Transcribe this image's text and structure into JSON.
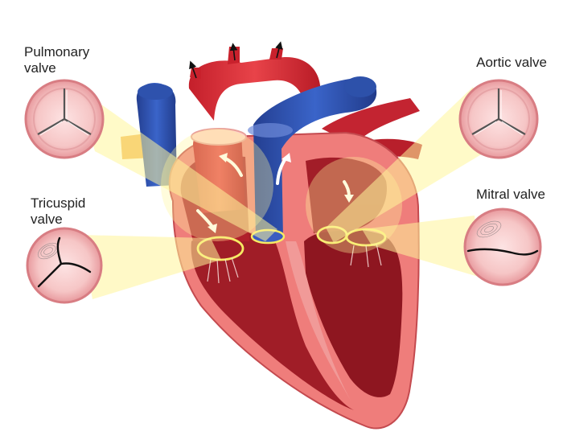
{
  "labels": {
    "pulmonary": [
      "Pulmonary",
      "valve"
    ],
    "tricuspid": [
      "Tricuspid",
      "valve"
    ],
    "aortic": "Aortic valve",
    "mitral": "Mitral valve"
  },
  "icons": {
    "flow_arrows": "white-curved-arrow",
    "vessel_arrows": "black-small-arrow"
  },
  "colors": {
    "deoxygenated": "#2f57b8",
    "oxygenated": "#e53a3f",
    "muscle": "#f07c7a",
    "chamber": "#9d1b25",
    "highlight": "#fff6a0",
    "valve_disc": "#f7c2c2"
  }
}
